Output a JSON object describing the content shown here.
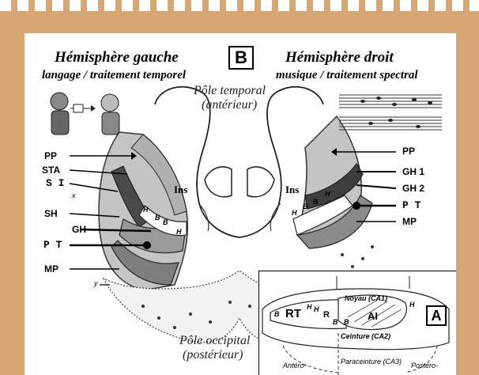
{
  "panel_letter": "B",
  "inset_letter": "A",
  "left": {
    "title": "Hémisphère gauche",
    "subtitle": "langage / traitement temporel",
    "labels": [
      "PP",
      "STA",
      "S I",
      "x",
      "SH",
      "GH",
      "P T",
      "MP",
      "y"
    ],
    "inner": [
      "H",
      "B",
      "B",
      "H"
    ]
  },
  "right": {
    "title": "Hémisphère droit",
    "subtitle": "musique / traitement spectral",
    "labels": [
      "PP",
      "GH 1",
      "GH 2",
      "P T",
      "MP"
    ],
    "inner": [
      "H",
      "B",
      "B",
      "H"
    ]
  },
  "center": {
    "pole_temporal": "Pôle temporal",
    "pole_temporal_sub": "(antérieur)",
    "ins_left": "Ins",
    "ins_right": "Ins",
    "pole_occipital": "Pôle occipital",
    "pole_occipital_sub": "(postérieur)"
  },
  "inset": {
    "regions": [
      "RT",
      "R",
      "AI",
      "Noyau (CA1)",
      "Ceinture (CA2)",
      "Paraceinture (CA3)",
      "Antéro-",
      "Postéro-"
    ],
    "letters": [
      "B",
      "H",
      "H",
      "B",
      "B",
      "H"
    ]
  }
}
